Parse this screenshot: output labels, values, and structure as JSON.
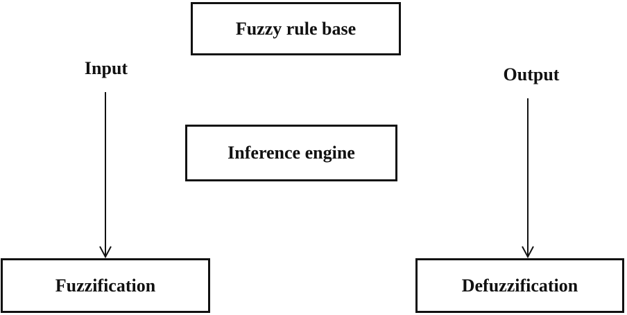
{
  "diagram": {
    "nodes": {
      "rule_base": "Fuzzy rule base",
      "inference_engine": "Inference engine",
      "fuzzification": "Fuzzification",
      "defuzzification": "Defuzzification"
    },
    "labels": {
      "input": "Input",
      "output": "Output"
    },
    "edges": [
      {
        "from": "input",
        "to": "fuzzification"
      },
      {
        "from": "output",
        "to": "defuzzification"
      }
    ],
    "colors": {
      "stroke": "#111111",
      "background": "#ffffff"
    }
  }
}
